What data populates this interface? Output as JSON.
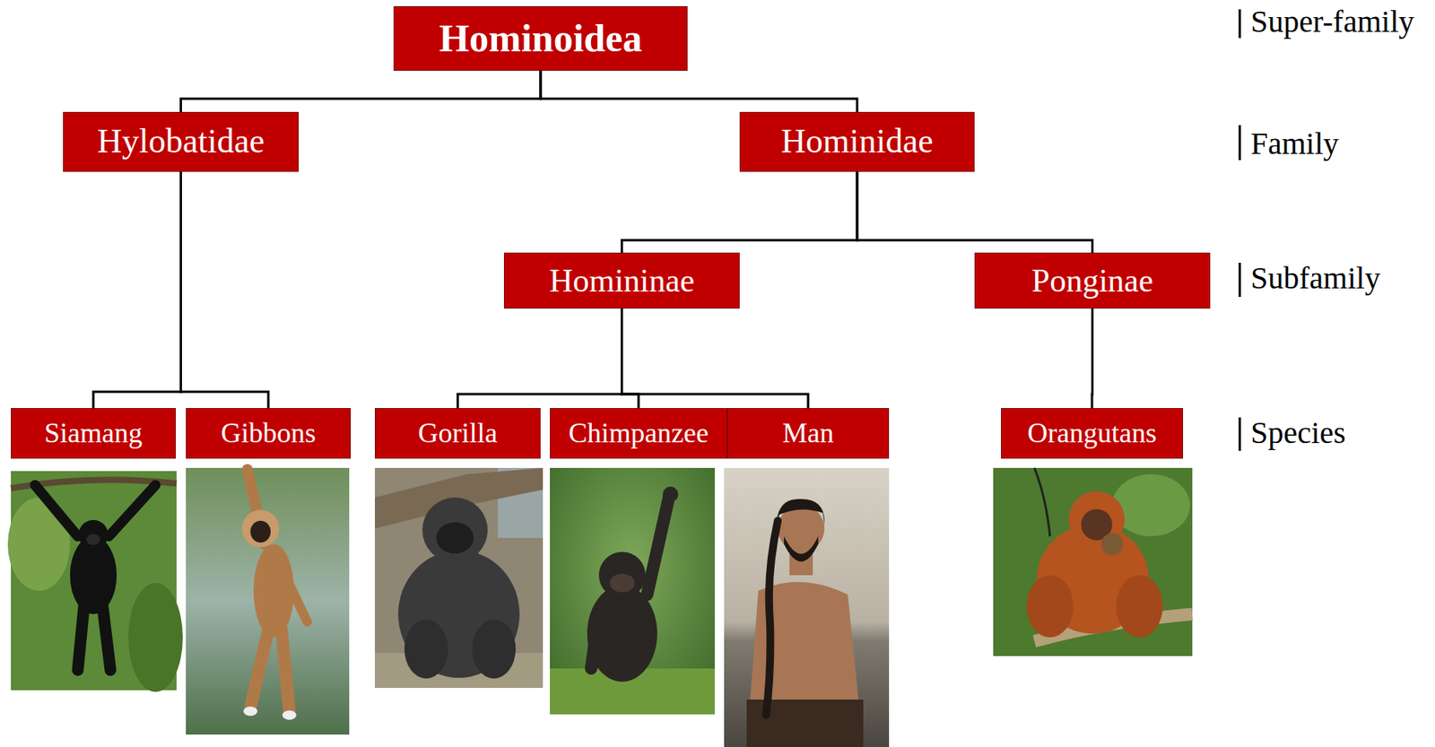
{
  "diagram": {
    "nodes": [
      {
        "text": [
          "Hominoidea"
        ]
      },
      {
        "text": [
          "Hylobatidae"
        ]
      },
      {
        "text": [
          "Hominidae"
        ]
      },
      {
        "text": [
          "Homininae"
        ]
      },
      {
        "text": [
          "Ponginae"
        ]
      },
      {
        "text": [
          "Siamang"
        ]
      },
      {
        "text": [
          "Gibbons"
        ]
      },
      {
        "text": [
          "Gorilla"
        ]
      },
      {
        "text": [
          "Chimpanzee"
        ]
      },
      {
        "text": [
          "Man"
        ]
      },
      {
        "text": [
          "Orangutans"
        ]
      }
    ],
    "edges": [
      {
        "from": 0,
        "to": 1,
        "arrow": "none"
      },
      {
        "from": 0,
        "to": 2,
        "arrow": "none"
      },
      {
        "from": 1,
        "to": 5,
        "arrow": "none"
      },
      {
        "from": 1,
        "to": 6,
        "arrow": "none"
      },
      {
        "from": 2,
        "to": 3,
        "arrow": "none"
      },
      {
        "from": 2,
        "to": 4,
        "arrow": "none"
      },
      {
        "from": 3,
        "to": 7,
        "arrow": "none"
      },
      {
        "from": 3,
        "to": 8,
        "arrow": "none"
      },
      {
        "from": 3,
        "to": 9,
        "arrow": "none"
      },
      {
        "from": 4,
        "to": 10,
        "arrow": "none"
      }
    ],
    "labels": [
      "Super-family",
      "Family",
      "Subfamily",
      "Species"
    ]
  }
}
